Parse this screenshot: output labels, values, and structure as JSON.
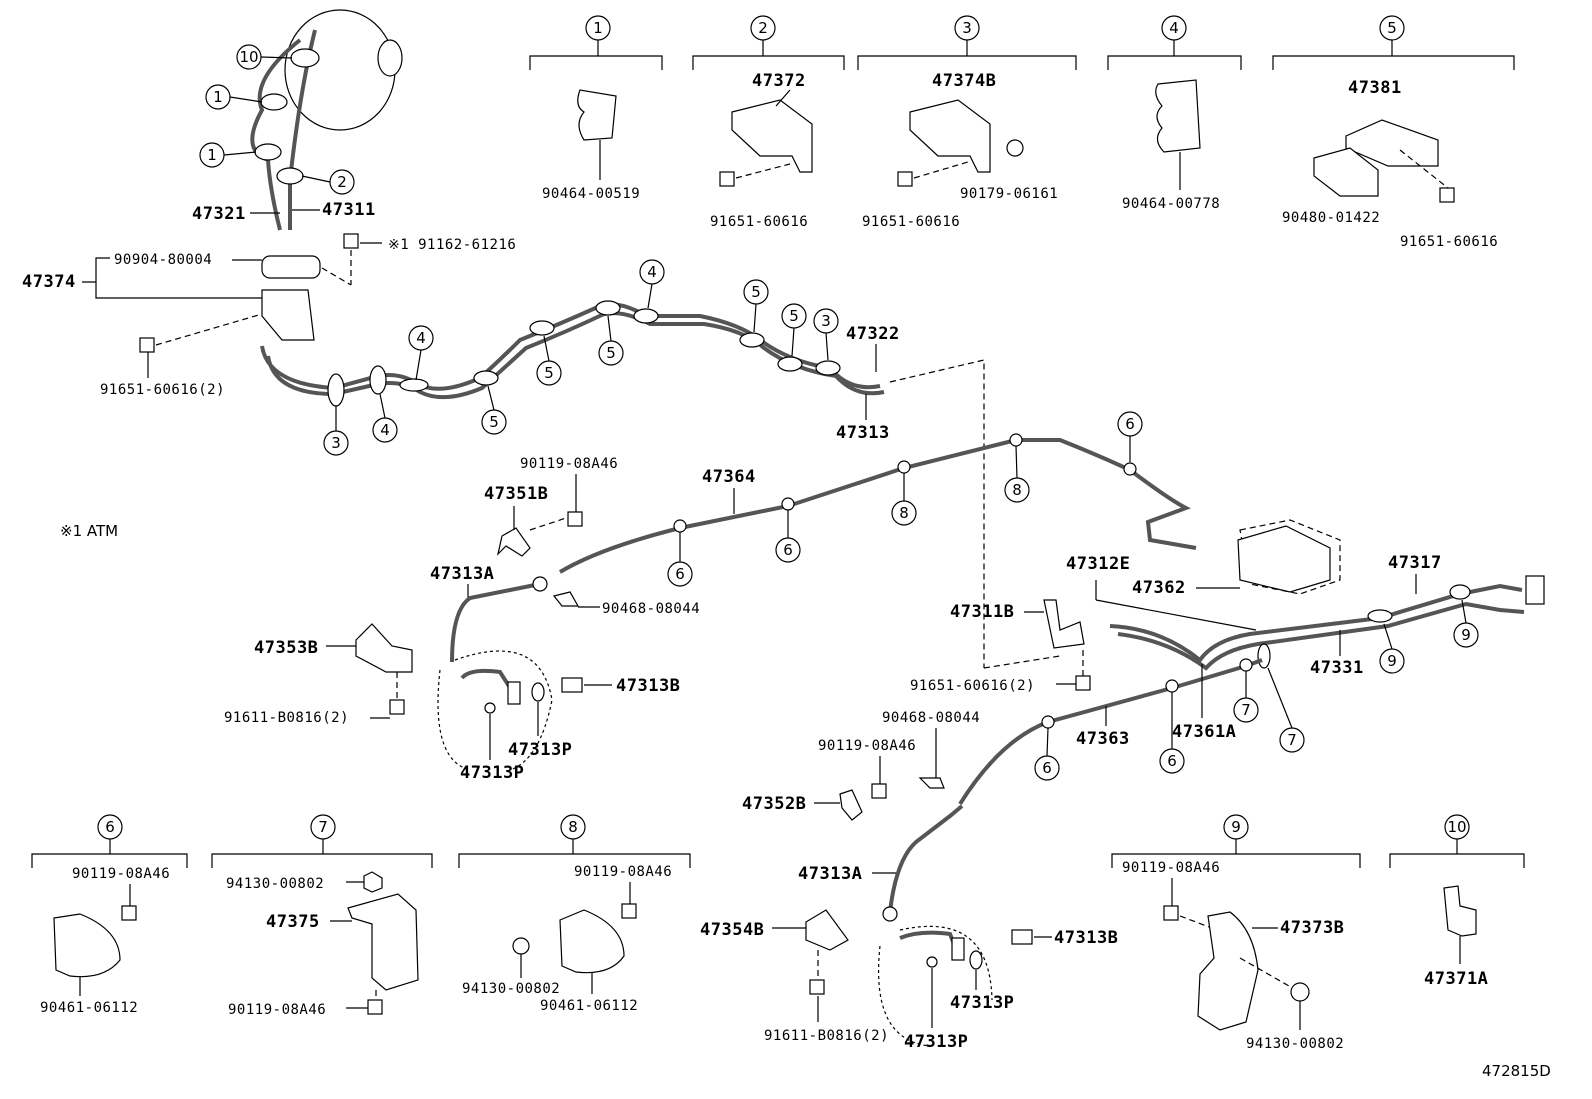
{
  "diagram_id": "472815D",
  "note": "※1   ATM",
  "group_headers": [
    {
      "num": "1",
      "parts": [
        "90464-00519"
      ]
    },
    {
      "num": "2",
      "parts": [
        "47372",
        "91651-60616"
      ]
    },
    {
      "num": "3",
      "parts": [
        "47374B",
        "91651-60616",
        "90179-06161"
      ]
    },
    {
      "num": "4",
      "parts": [
        "90464-00778"
      ]
    },
    {
      "num": "5",
      "parts": [
        "47381",
        "90480-01422",
        "91651-60616"
      ]
    },
    {
      "num": "6",
      "parts": [
        "90119-08A46",
        "90461-06112"
      ]
    },
    {
      "num": "7",
      "parts": [
        "94130-00802",
        "47375",
        "90119-08A46"
      ]
    },
    {
      "num": "8",
      "parts": [
        "90119-08A46",
        "94130-00802",
        "90461-06112"
      ]
    },
    {
      "num": "9",
      "parts": [
        "90119-08A46",
        "47373B",
        "94130-00802"
      ]
    },
    {
      "num": "10",
      "parts": [
        "47371A"
      ]
    }
  ],
  "callouts": {
    "c1": "1",
    "c2": "2",
    "c3": "3",
    "c4": "4",
    "c5": "5",
    "c6": "6",
    "c7": "7",
    "c8": "8",
    "c9": "9",
    "c10": "10"
  },
  "labels": {
    "p47321": "47321",
    "p47311": "47311",
    "p91162": "※1 91162-61216",
    "p90904": "90904-80004",
    "p47374": "47374",
    "p91651_2": "91651-60616(2)",
    "p47322": "47322",
    "p47313": "47313",
    "p90119": "90119-08A46",
    "p47364": "47364",
    "p47351B": "47351B",
    "p47313A": "47313A",
    "p90468": "90468-08044",
    "p47353B": "47353B",
    "p47313B": "47313B",
    "p91611_2": "91611-B0816(2)",
    "p47313P": "47313P",
    "p47312E": "47312E",
    "p47362": "47362",
    "p47317": "47317",
    "p47311B": "47311B",
    "p47331": "47331",
    "p47363": "47363",
    "p47361A": "47361A",
    "p47352B": "47352B",
    "p47354B": "47354B",
    "p91611_b": "91611-B0816(2)"
  }
}
